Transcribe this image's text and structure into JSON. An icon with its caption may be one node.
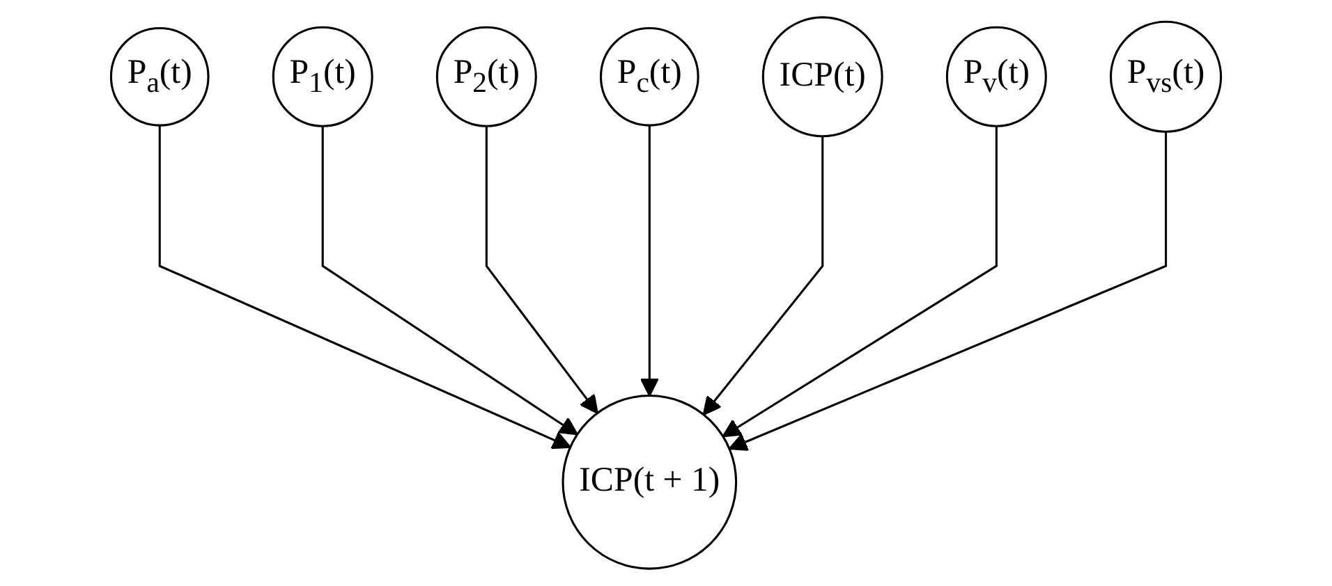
{
  "diagram": {
    "nodes": [
      {
        "text": [
          "P$_{a}$(t)"
        ]
      },
      {
        "text": [
          "P$_{1}$(t)"
        ]
      },
      {
        "text": [
          "P$_{2}$(t)"
        ]
      },
      {
        "text": [
          "P$_{c}$(t)"
        ]
      },
      {
        "text": [
          "ICP(t)"
        ]
      },
      {
        "text": [
          "P$_{v}$(t)"
        ]
      },
      {
        "text": [
          "P$_{vs}$(t)"
        ]
      },
      {
        "text": [
          "ICP(t + 1)"
        ]
      }
    ],
    "edges": [
      {
        "from": 0,
        "to": 7,
        "arrow": "to"
      },
      {
        "from": 1,
        "to": 7,
        "arrow": "to"
      },
      {
        "from": 2,
        "to": 7,
        "arrow": "to"
      },
      {
        "from": 3,
        "to": 7,
        "arrow": "to"
      },
      {
        "from": 4,
        "to": 7,
        "arrow": "to"
      },
      {
        "from": 5,
        "to": 7,
        "arrow": "to"
      },
      {
        "from": 6,
        "to": 7,
        "arrow": "to"
      }
    ]
  }
}
